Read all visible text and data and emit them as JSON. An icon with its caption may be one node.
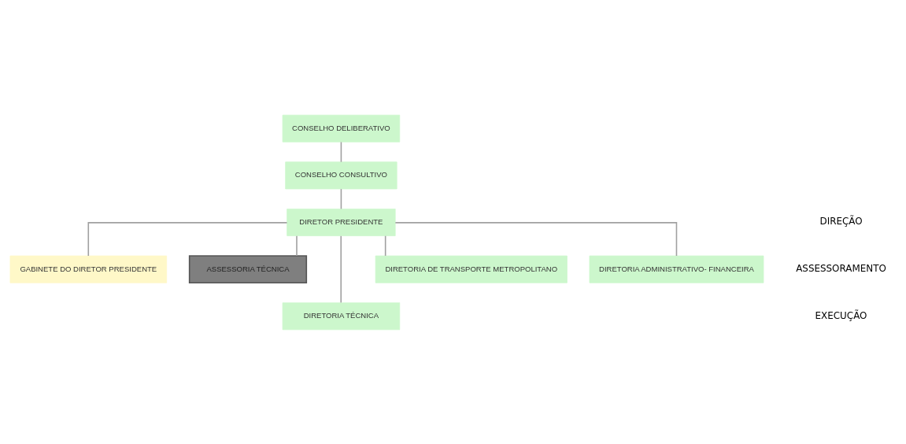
{
  "diagram": {
    "nodes": [
      {
        "text": [
          "CONSELHO DELIBERATIVO"
        ]
      },
      {
        "text": [
          "CONSELHO CONSULTIVO"
        ]
      },
      {
        "text": [
          "DIRETOR PRESIDENTE"
        ]
      },
      {
        "text": [
          "GABINETE DO DIRETOR PRESIDENTE"
        ]
      },
      {
        "text": [
          "ASSESSORIA TÉCNICA"
        ]
      },
      {
        "text": [
          "DIRETORIA TÉCNICA"
        ]
      },
      {
        "text": [
          "DIRETORIA DE TRANSPORTE METROPOLITANO"
        ]
      },
      {
        "text": [
          "DIRETORIA ADMINISTRATIVO- FINANCEIRA"
        ]
      }
    ],
    "edges": [
      {
        "from": 0,
        "to": 1,
        "arrow": "none"
      },
      {
        "from": 1,
        "to": 2,
        "arrow": "none"
      },
      {
        "from": 2,
        "to": 3,
        "arrow": "none"
      },
      {
        "from": 2,
        "to": 4,
        "arrow": "none"
      },
      {
        "from": 2,
        "to": 5,
        "arrow": "none"
      },
      {
        "from": 2,
        "to": 6,
        "arrow": "none"
      },
      {
        "from": 2,
        "to": 7,
        "arrow": "none"
      }
    ],
    "labels": [
      "DIREÇÃO",
      "ASSESSORAMENTO",
      "EXECUÇÃO"
    ]
  }
}
